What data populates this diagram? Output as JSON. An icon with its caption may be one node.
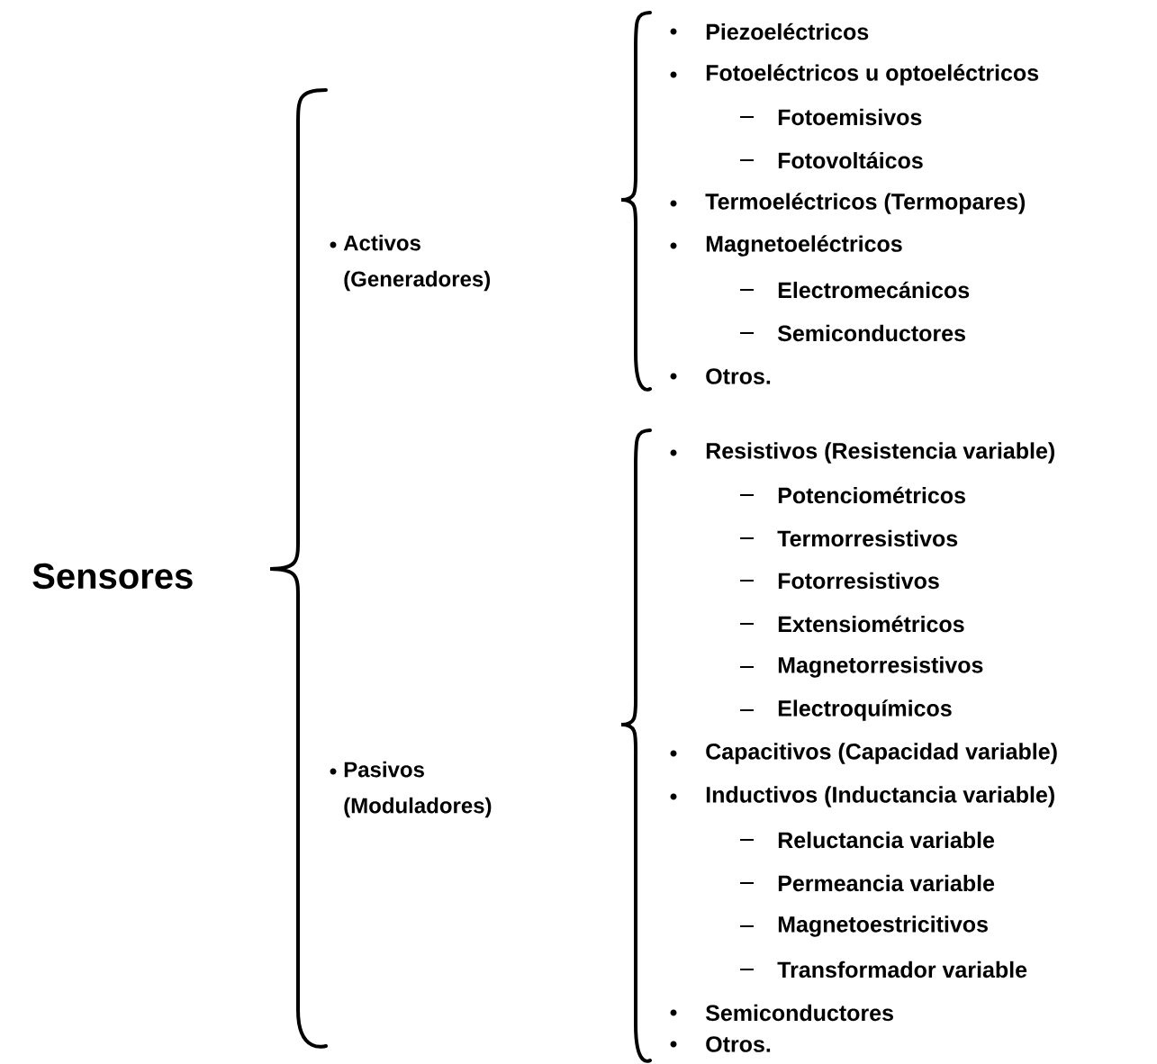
{
  "diagram": {
    "labels": [
      "Sensores",
      "Activos (Generadores)",
      "Piezoeléctricos",
      "Fotoeléctricos u optoeléctricos",
      "Fotoemisivos",
      "Fotovoltáicos",
      "Termoeléctricos (Termopares)",
      "Magnetoeléctricos",
      "Electromecánicos",
      "Semiconductores",
      "Otros.",
      "Pasivos (Moduladores)",
      "Resistivos (Resistencia variable)",
      "Potenciométricos",
      "Termorresistivos",
      "Fotorresistivos",
      "Extensiométricos",
      "Magnetorresistivos",
      "Electroquímicos",
      "Capacitivos (Capacidad variable)",
      "Inductivos (Inductancia variable)",
      "Reluctancia variable",
      "Permeancia variable",
      "Magnetoestricitivos",
      "Transformador variable",
      "Semiconductores",
      "Otros."
    ]
  }
}
